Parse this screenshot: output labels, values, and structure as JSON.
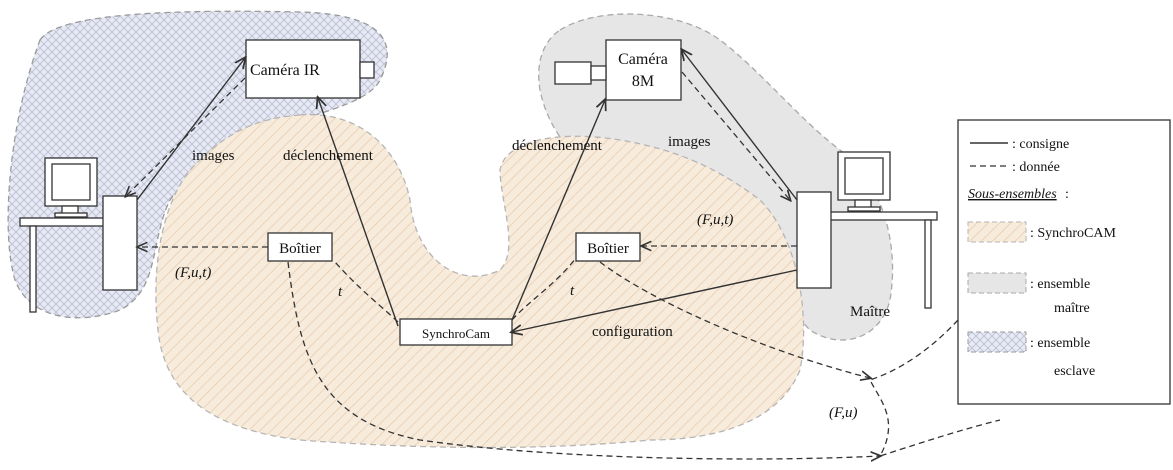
{
  "nodes": {
    "camera_ir": "Caméra IR",
    "camera_8m_line1": "Caméra",
    "camera_8m_line2": "8M",
    "boitier_left": "Boîtier",
    "boitier_right": "Boîtier",
    "synchrocam": "SynchroCam",
    "maitre": "Maître"
  },
  "edge_labels": {
    "images_left": "images",
    "declenchement_left": "déclenchement",
    "declenchement_right": "déclenchement",
    "images_right": "images",
    "fut_left": "(F,u,t)",
    "fut_right": "(F,u,t)",
    "t_left": "t",
    "t_right": "t",
    "configuration": "configuration",
    "fu": "(F,u)"
  },
  "legend": {
    "consigne": ": consigne",
    "donnee": ": donnée",
    "sous_ensembles": "Sous-ensembles",
    "sous_ensembles_colon": " :",
    "synchrocam": ": SynchroCAM",
    "maitre_line1": ": ensemble",
    "maitre_line2": "maître",
    "esclave_line1": ": ensemble",
    "esclave_line2": "esclave"
  },
  "colors": {
    "line": "#333333",
    "synchrocam_fill": "#f7e6d4",
    "maitre_fill": "#e6e6e6",
    "esclave_fill": "#dfe3f0",
    "region_border": "#9a9a9a"
  }
}
